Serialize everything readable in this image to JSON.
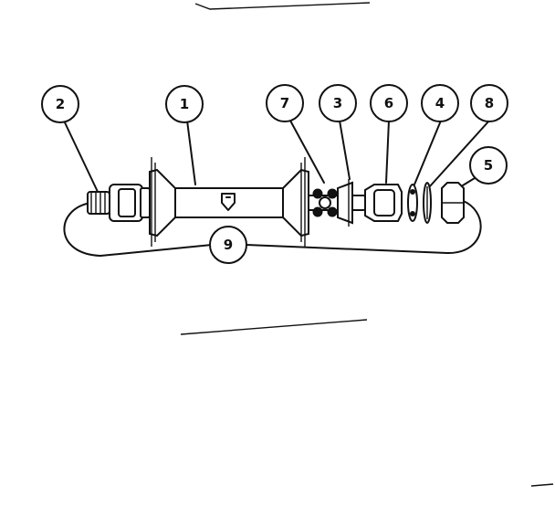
{
  "callouts": [
    {
      "id": "c2",
      "label": "2"
    },
    {
      "id": "c1",
      "label": "1"
    },
    {
      "id": "c7",
      "label": "7"
    },
    {
      "id": "c3",
      "label": "3"
    },
    {
      "id": "c6",
      "label": "6"
    },
    {
      "id": "c4",
      "label": "4"
    },
    {
      "id": "c8",
      "label": "8"
    },
    {
      "id": "c5",
      "label": "5"
    },
    {
      "id": "c9",
      "label": "9"
    }
  ]
}
